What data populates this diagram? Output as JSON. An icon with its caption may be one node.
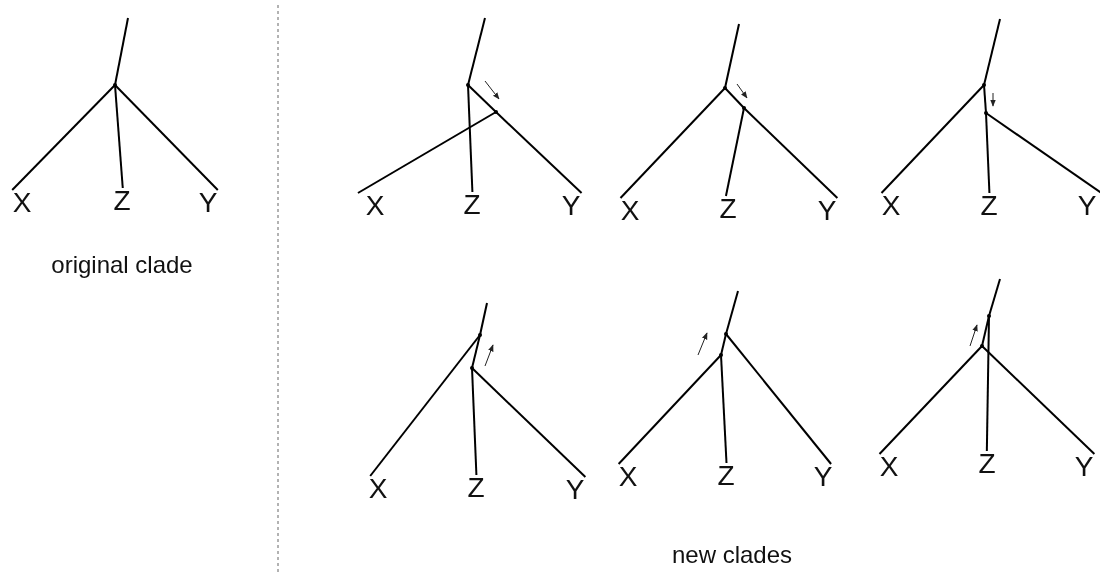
{
  "diagram": {
    "nodes": [
      {
        "text": [],
        "shape": "point"
      },
      {
        "text": [
          "X"
        ]
      },
      {
        "text": [
          "Z"
        ]
      },
      {
        "text": [
          "Y"
        ]
      },
      {
        "text": [],
        "shape": "point"
      },
      {
        "text": [],
        "shape": "point"
      },
      {
        "text": [
          "X"
        ]
      },
      {
        "text": [
          "Z"
        ]
      },
      {
        "text": [
          "Y"
        ]
      },
      {
        "text": [],
        "shape": "point"
      },
      {
        "text": [],
        "shape": "point"
      },
      {
        "text": [
          "X"
        ]
      },
      {
        "text": [
          "Z"
        ]
      },
      {
        "text": [
          "Y"
        ]
      },
      {
        "text": [],
        "shape": "point"
      },
      {
        "text": [],
        "shape": "point"
      },
      {
        "text": [
          "X"
        ]
      },
      {
        "text": [
          "Z"
        ]
      },
      {
        "text": [
          "Y"
        ]
      },
      {
        "text": [],
        "shape": "point"
      },
      {
        "text": [],
        "shape": "point"
      },
      {
        "text": [
          "X"
        ]
      },
      {
        "text": [
          "Z"
        ]
      },
      {
        "text": [
          "Y"
        ]
      },
      {
        "text": [],
        "shape": "point"
      },
      {
        "text": [],
        "shape": "point"
      },
      {
        "text": [
          "X"
        ]
      },
      {
        "text": [
          "Z"
        ]
      },
      {
        "text": [
          "Y"
        ]
      },
      {
        "text": [],
        "shape": "point"
      },
      {
        "text": [],
        "shape": "point"
      },
      {
        "text": [
          "X"
        ]
      },
      {
        "text": [
          "Z"
        ]
      },
      {
        "text": [
          "Y"
        ]
      }
    ],
    "edges": [
      {
        "from": null,
        "to": 0,
        "arrow": "none"
      },
      {
        "from": 0,
        "to": 1,
        "arrow": "none"
      },
      {
        "from": 0,
        "to": 2,
        "arrow": "none"
      },
      {
        "from": 0,
        "to": 3,
        "arrow": "none"
      },
      {
        "from": null,
        "to": 4,
        "arrow": "none"
      },
      {
        "from": 4,
        "to": 7,
        "arrow": "none"
      },
      {
        "from": 4,
        "to": 5,
        "arrow": "none"
      },
      {
        "from": 5,
        "to": 6,
        "arrow": "none"
      },
      {
        "from": 5,
        "to": 8,
        "arrow": "none"
      },
      {
        "from": null,
        "to": 9,
        "arrow": "none"
      },
      {
        "from": 9,
        "to": 11,
        "arrow": "none"
      },
      {
        "from": 9,
        "to": 10,
        "arrow": "none"
      },
      {
        "from": 10,
        "to": 12,
        "arrow": "none"
      },
      {
        "from": 10,
        "to": 13,
        "arrow": "none"
      },
      {
        "from": null,
        "to": 14,
        "arrow": "none"
      },
      {
        "from": 14,
        "to": 16,
        "arrow": "none"
      },
      {
        "from": 14,
        "to": 15,
        "arrow": "none"
      },
      {
        "from": 15,
        "to": 17,
        "arrow": "none"
      },
      {
        "from": 15,
        "to": 18,
        "arrow": "none"
      },
      {
        "from": null,
        "to": 19,
        "arrow": "none"
      },
      {
        "from": 19,
        "to": 21,
        "arrow": "none"
      },
      {
        "from": 19,
        "to": 20,
        "arrow": "none"
      },
      {
        "from": 20,
        "to": 22,
        "arrow": "none"
      },
      {
        "from": 20,
        "to": 23,
        "arrow": "none"
      },
      {
        "from": null,
        "to": 24,
        "arrow": "none"
      },
      {
        "from": 24,
        "to": 28,
        "arrow": "none"
      },
      {
        "from": 24,
        "to": 25,
        "arrow": "none"
      },
      {
        "from": 25,
        "to": 26,
        "arrow": "none"
      },
      {
        "from": 25,
        "to": 27,
        "arrow": "none"
      },
      {
        "from": null,
        "to": 29,
        "arrow": "none"
      },
      {
        "from": 29,
        "to": 30,
        "arrow": "none"
      },
      {
        "from": 29,
        "to": 32,
        "arrow": "none"
      },
      {
        "from": 30,
        "to": 31,
        "arrow": "none"
      },
      {
        "from": 30,
        "to": 33,
        "arrow": "none"
      }
    ],
    "labels": [
      "original clade",
      "new clades"
    ]
  }
}
